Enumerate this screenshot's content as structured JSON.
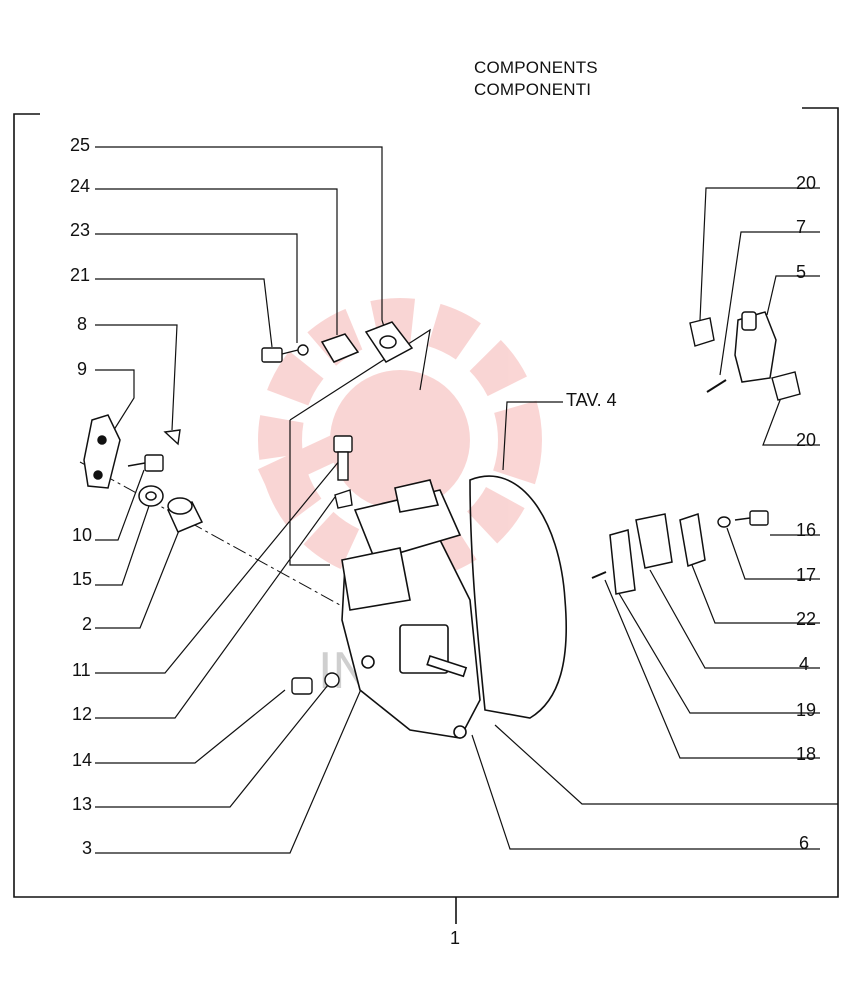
{
  "titles": [
    "COMPONENTS",
    "COMPONENTI"
  ],
  "assembly_number": "1",
  "watermark_text": "INTEX",
  "watermark_color": "#e8463f",
  "reference_label": "TAV. 4",
  "callouts_left": [
    "25",
    "24",
    "23",
    "21",
    "8",
    "9",
    "10",
    "15",
    "2",
    "11",
    "12",
    "14",
    "13",
    "3"
  ],
  "callouts_right": [
    "20",
    "7",
    "5",
    "20",
    "16",
    "17",
    "22",
    "4",
    "19",
    "18",
    "6"
  ]
}
